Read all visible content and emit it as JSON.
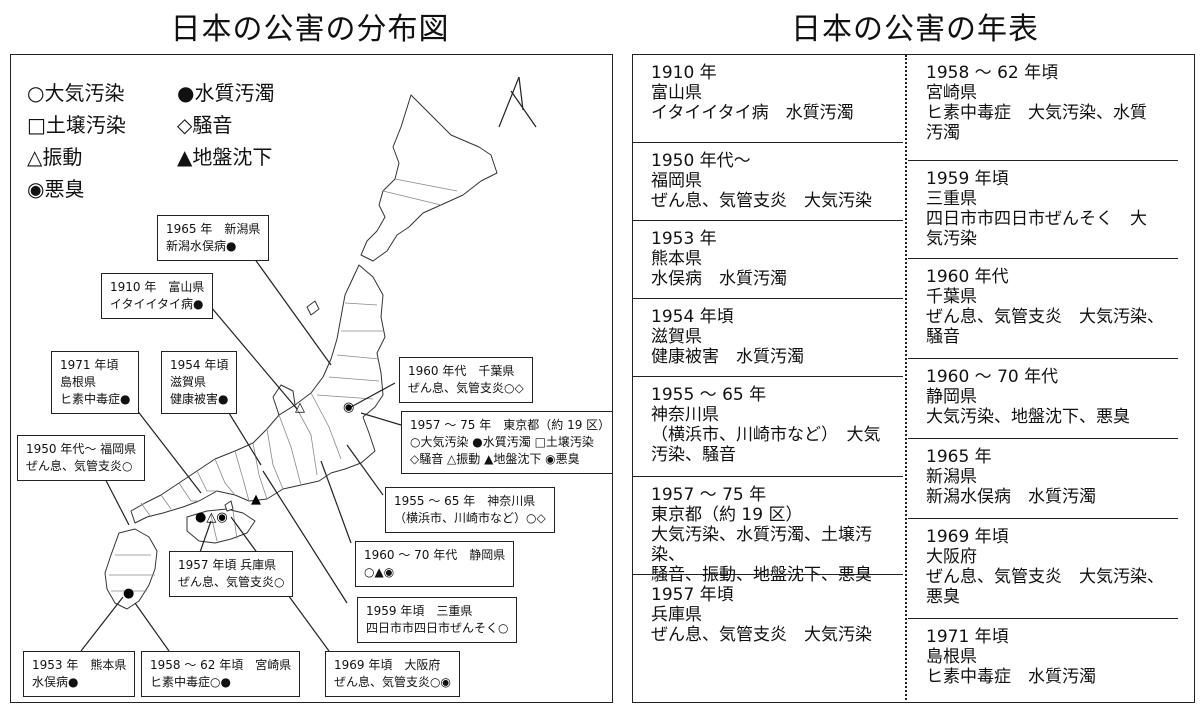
{
  "map_title": "日本の公害の分布図",
  "table_title": "日本の公害の年表",
  "legend": {
    "air": "○大気汚染",
    "water": "●水質汚濁",
    "soil": "□土壌汚染",
    "noise": "◇騒音",
    "vibration": "△振動",
    "subsidence": "▲地盤沈下",
    "odor": "◉悪臭"
  },
  "callouts": {
    "niigata": {
      "l1": "1965 年　新潟県",
      "l2": "新潟水俣病●"
    },
    "toyama": {
      "l1": "1910 年　富山県",
      "l2": "イタイイタイ病●"
    },
    "shimane": {
      "l1": "1971 年頃",
      "l2": "島根県",
      "l3": "ヒ素中毒症●"
    },
    "shiga": {
      "l1": "1954 年頃",
      "l2": "滋賀県",
      "l3": "健康被害●"
    },
    "chiba": {
      "l1": "1960 年代　千葉県",
      "l2": "ぜん息、気管支炎○◇"
    },
    "tokyo": {
      "l1": "1957 ～ 75 年　東京都（約 19 区）",
      "l2": "○大気汚染 ●水質汚濁 □土壌汚染",
      "l3": "◇騒音 △振動 ▲地盤沈下 ◉悪臭"
    },
    "fukuoka": {
      "l1": "1950 年代～ 福岡県",
      "l2": "ぜん息、気管支炎○"
    },
    "kanagawa": {
      "l1": "1955 ～ 65 年　神奈川県",
      "l2": "（横浜市、川崎市など）○◇"
    },
    "shizuoka": {
      "l1": "1960 ～ 70 年代　静岡県",
      "l2": "○▲◉"
    },
    "hyogo": {
      "l1": "1957 年頃 兵庫県",
      "l2": "ぜん息、気管支炎○"
    },
    "mie": {
      "l1": "1959 年頃　三重県",
      "l2": "四日市市四日市ぜんそく○"
    },
    "kumamoto": {
      "l1": "1953 年　熊本県",
      "l2": "水俣病●"
    },
    "miyazaki": {
      "l1": "1958 ～ 62 年頃　宮崎県",
      "l2": "ヒ素中毒症○●"
    },
    "osaka": {
      "l1": "1969 年頃　大阪府",
      "l2": "ぜん息、気管支炎○◉"
    }
  },
  "map_marks": {
    "chiba_mark": "◉",
    "tokyo_mark": "◉",
    "shiga_mark": "△",
    "shizuoka_mark": "▲",
    "osaka_marks": "●△◉",
    "kumamoto_mark": "●"
  },
  "timeline_left": [
    {
      "year": "1910 年",
      "pref": "富山県",
      "desc": "イタイイタイ病　水質汚濁"
    },
    {
      "year": "1950 年代～",
      "pref": "福岡県",
      "desc": "ぜん息、気管支炎　大気汚染"
    },
    {
      "year": "1953 年",
      "pref": "熊本県",
      "desc": "水俣病　水質汚濁"
    },
    {
      "year": "1954 年頃",
      "pref": "滋賀県",
      "desc": "健康被害　水質汚濁"
    },
    {
      "year": "1955 ～ 65 年",
      "pref": "神奈川県",
      "desc": "（横浜市、川崎市など）　大気",
      "desc2": "汚染、騒音"
    },
    {
      "year": "1957 ～ 75 年",
      "pref": "東京都（約 19 区）",
      "desc": "大気汚染、水質汚濁、土壌汚染、",
      "desc2": "騒音、振動、地盤沈下、悪臭"
    },
    {
      "year": "1957 年頃",
      "pref": "兵庫県",
      "desc": "ぜん息、気管支炎　大気汚染"
    }
  ],
  "timeline_right": [
    {
      "year": "1958 ～ 62 年頃",
      "pref": "宮崎県",
      "desc": "ヒ素中毒症　大気汚染、水質",
      "desc2": "汚濁"
    },
    {
      "year": "1959 年頃",
      "pref": "三重県",
      "desc": "四日市市四日市ぜんそく　大",
      "desc2": "気汚染"
    },
    {
      "year": "1960 年代",
      "pref": "千葉県",
      "desc": "ぜん息、気管支炎　大気汚染、",
      "desc2": "騒音"
    },
    {
      "year": "1960 ～ 70 年代",
      "pref": "静岡県",
      "desc": "大気汚染、地盤沈下、悪臭"
    },
    {
      "year": "1965 年",
      "pref": "新潟県",
      "desc": "新潟水俣病　水質汚濁"
    },
    {
      "year": "1969 年頃",
      "pref": "大阪府",
      "desc": "ぜん息、気管支炎　大気汚染、",
      "desc2": "悪臭"
    },
    {
      "year": "1971 年頃",
      "pref": "島根県",
      "desc": "ヒ素中毒症　水質汚濁"
    }
  ]
}
